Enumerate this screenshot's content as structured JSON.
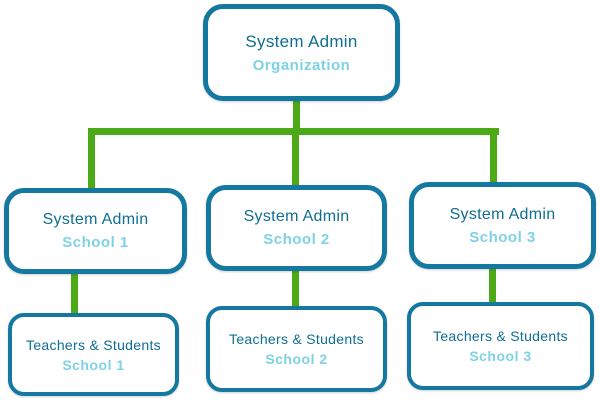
{
  "diagram": {
    "root": {
      "title": "System Admin",
      "subtitle": "Organization"
    },
    "level2": [
      {
        "title": "System Admin",
        "subtitle": "School 1"
      },
      {
        "title": "System Admin",
        "subtitle": "School 2"
      },
      {
        "title": "System Admin",
        "subtitle": "School 3"
      }
    ],
    "level3": [
      {
        "title": "Teachers & Students",
        "subtitle": "School 1"
      },
      {
        "title": "Teachers & Students",
        "subtitle": "School 2"
      },
      {
        "title": "Teachers & Students",
        "subtitle": "School 3"
      }
    ],
    "colors": {
      "node_border": "#1578a0",
      "title_text": "#0f6e92",
      "subtitle_text": "#7ed2e6",
      "connector": "#4caa17",
      "background": "#ffffff"
    }
  }
}
